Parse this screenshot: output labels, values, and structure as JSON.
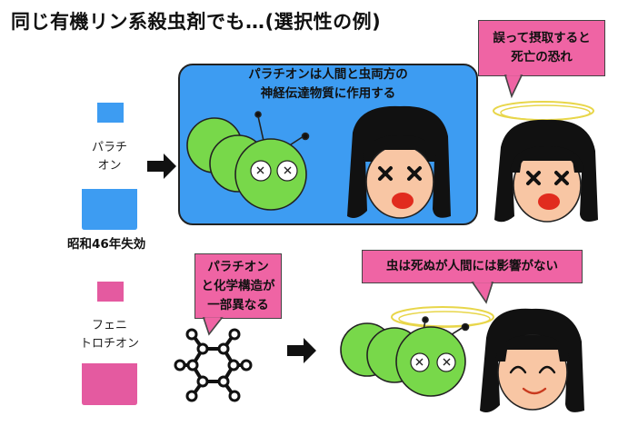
{
  "title": "同じ有機リン系殺虫剤でも…(選択性の例)",
  "top_row": {
    "bottle_name_line1": "パラチ",
    "bottle_name_line2": "オン",
    "bottle_caption": "昭和46年失効",
    "panel_line1": "パラチオンは人間と虫両方の",
    "panel_line2": "神経伝達物質に作用する",
    "bubble_line1": "誤って摂取すると",
    "bubble_line2": "死亡の恐れ"
  },
  "bottom_row": {
    "bottle_name_line1": "フェニ",
    "bottle_name_line2": "トロチオン",
    "bubble_line1": "パラチオン",
    "bubble_line2": "と化学構造が",
    "bubble_line3": "一部異なる",
    "result_bubble": "虫は死ぬが人間には影響がない"
  },
  "colors": {
    "blue": "#3d9cf2",
    "pink": "#ef64a4",
    "caterpillar": "#78d84a",
    "skin": "#f8c6a4",
    "halo": "#e8d64a"
  }
}
